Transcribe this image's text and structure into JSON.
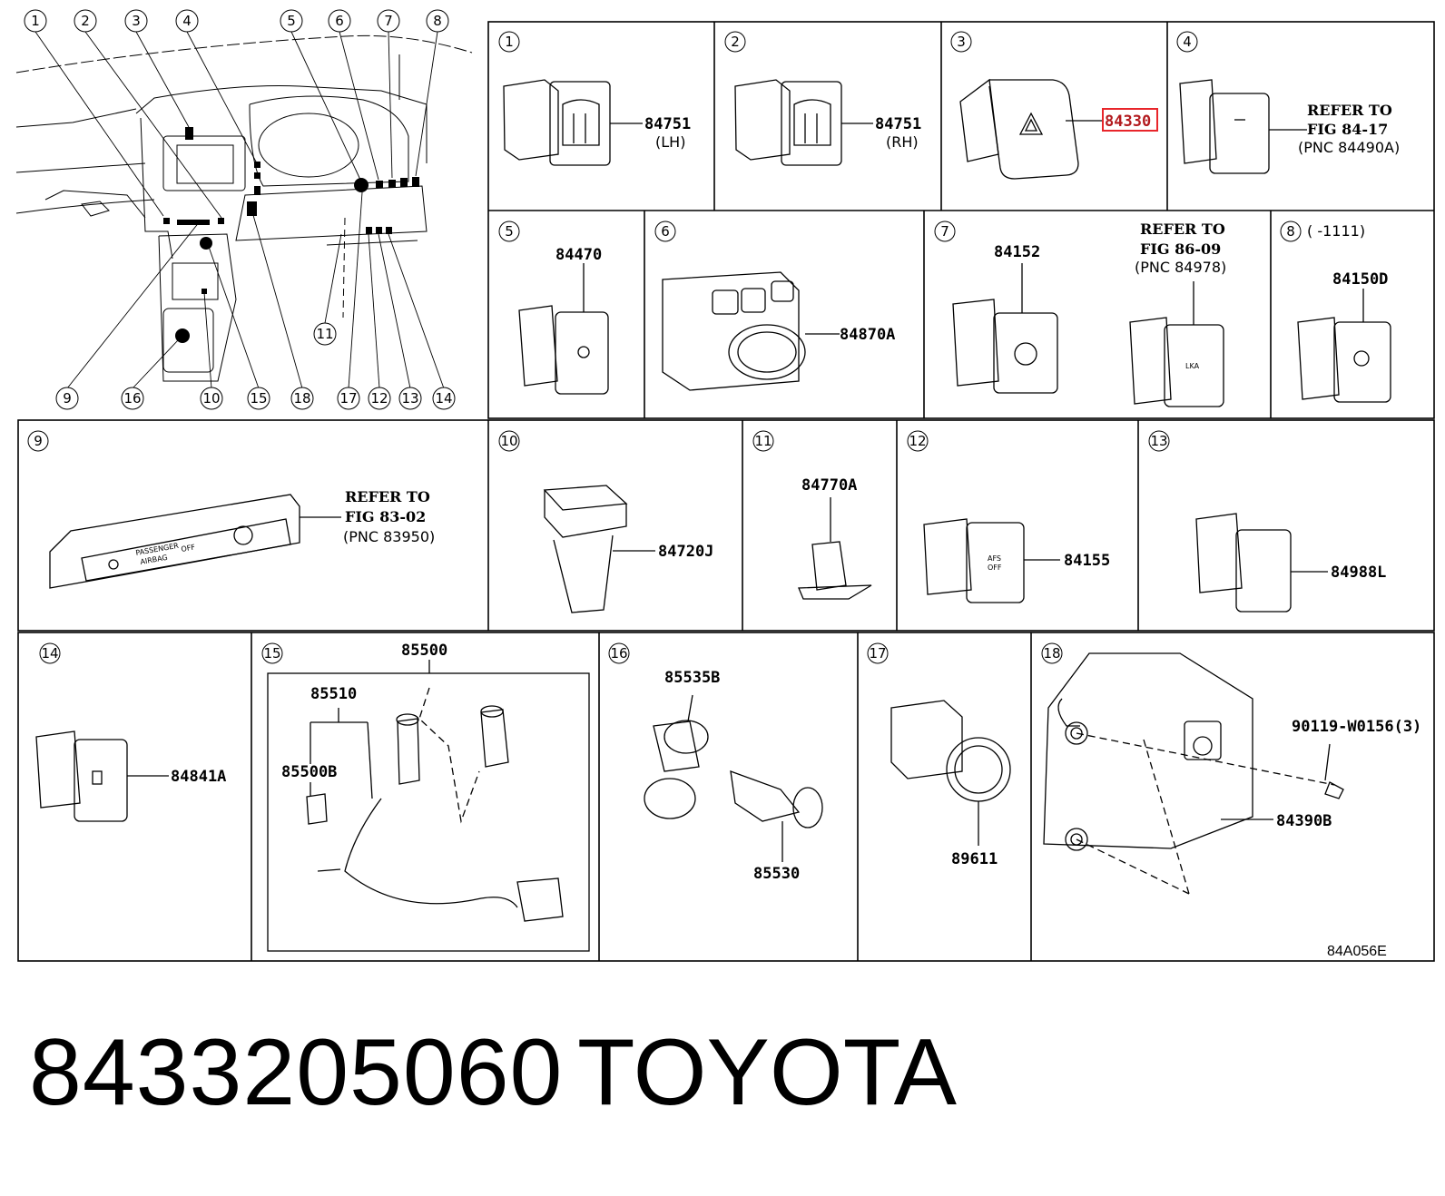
{
  "overview": {
    "callouts": [
      "1",
      "2",
      "3",
      "4",
      "5",
      "6",
      "7",
      "8",
      "9",
      "16",
      "10",
      "15",
      "18",
      "11",
      "17",
      "12",
      "13",
      "14"
    ]
  },
  "panels": {
    "p1": {
      "num": "1",
      "part": "84751",
      "side": "(LH)"
    },
    "p2": {
      "num": "2",
      "part": "84751",
      "side": "(RH)"
    },
    "p3": {
      "num": "3",
      "part": "84330"
    },
    "p4": {
      "num": "4",
      "ref1": "REFER TO",
      "ref2": "FIG 84-17",
      "ref3": "(PNC 84490A)"
    },
    "p5": {
      "num": "5",
      "part": "84470"
    },
    "p6": {
      "num": "6",
      "part": "84870A"
    },
    "p7": {
      "num": "7",
      "part": "84152",
      "ref1": "REFER TO",
      "ref2": "FIG 86-09",
      "ref3": "(PNC 84978)",
      "lka": "LKA"
    },
    "p8": {
      "num": "8",
      "range": "(      -1111)",
      "part": "84150D"
    },
    "p9": {
      "num": "9",
      "ref1": "REFER TO",
      "ref2": "FIG 83-02",
      "ref3": "(PNC 83950)",
      "label1": "PASSENGER",
      "label2": "AIRBAG",
      "off": "OFF"
    },
    "p10": {
      "num": "10",
      "part": "84720J"
    },
    "p11": {
      "num": "11",
      "part": "84770A"
    },
    "p12": {
      "num": "12",
      "part": "84155",
      "afs1": "AFS",
      "afs2": "OFF"
    },
    "p13": {
      "num": "13",
      "part": "84988L"
    },
    "p14": {
      "num": "14",
      "part": "84841A"
    },
    "p15": {
      "num": "15",
      "part_top": "85500",
      "part_a": "85510",
      "part_b": "85500B"
    },
    "p16": {
      "num": "16",
      "part_a": "85535B",
      "part_b": "85530"
    },
    "p17": {
      "num": "17",
      "part": "89611"
    },
    "p18": {
      "num": "18",
      "bolt": "90119-W0156(3)",
      "part": "84390B"
    }
  },
  "fig_code": "84A056E",
  "footer": {
    "part_number": "8433205060",
    "brand": "TOYOTA"
  },
  "colors": {
    "highlight": "#e8262b",
    "line": "#000000"
  }
}
